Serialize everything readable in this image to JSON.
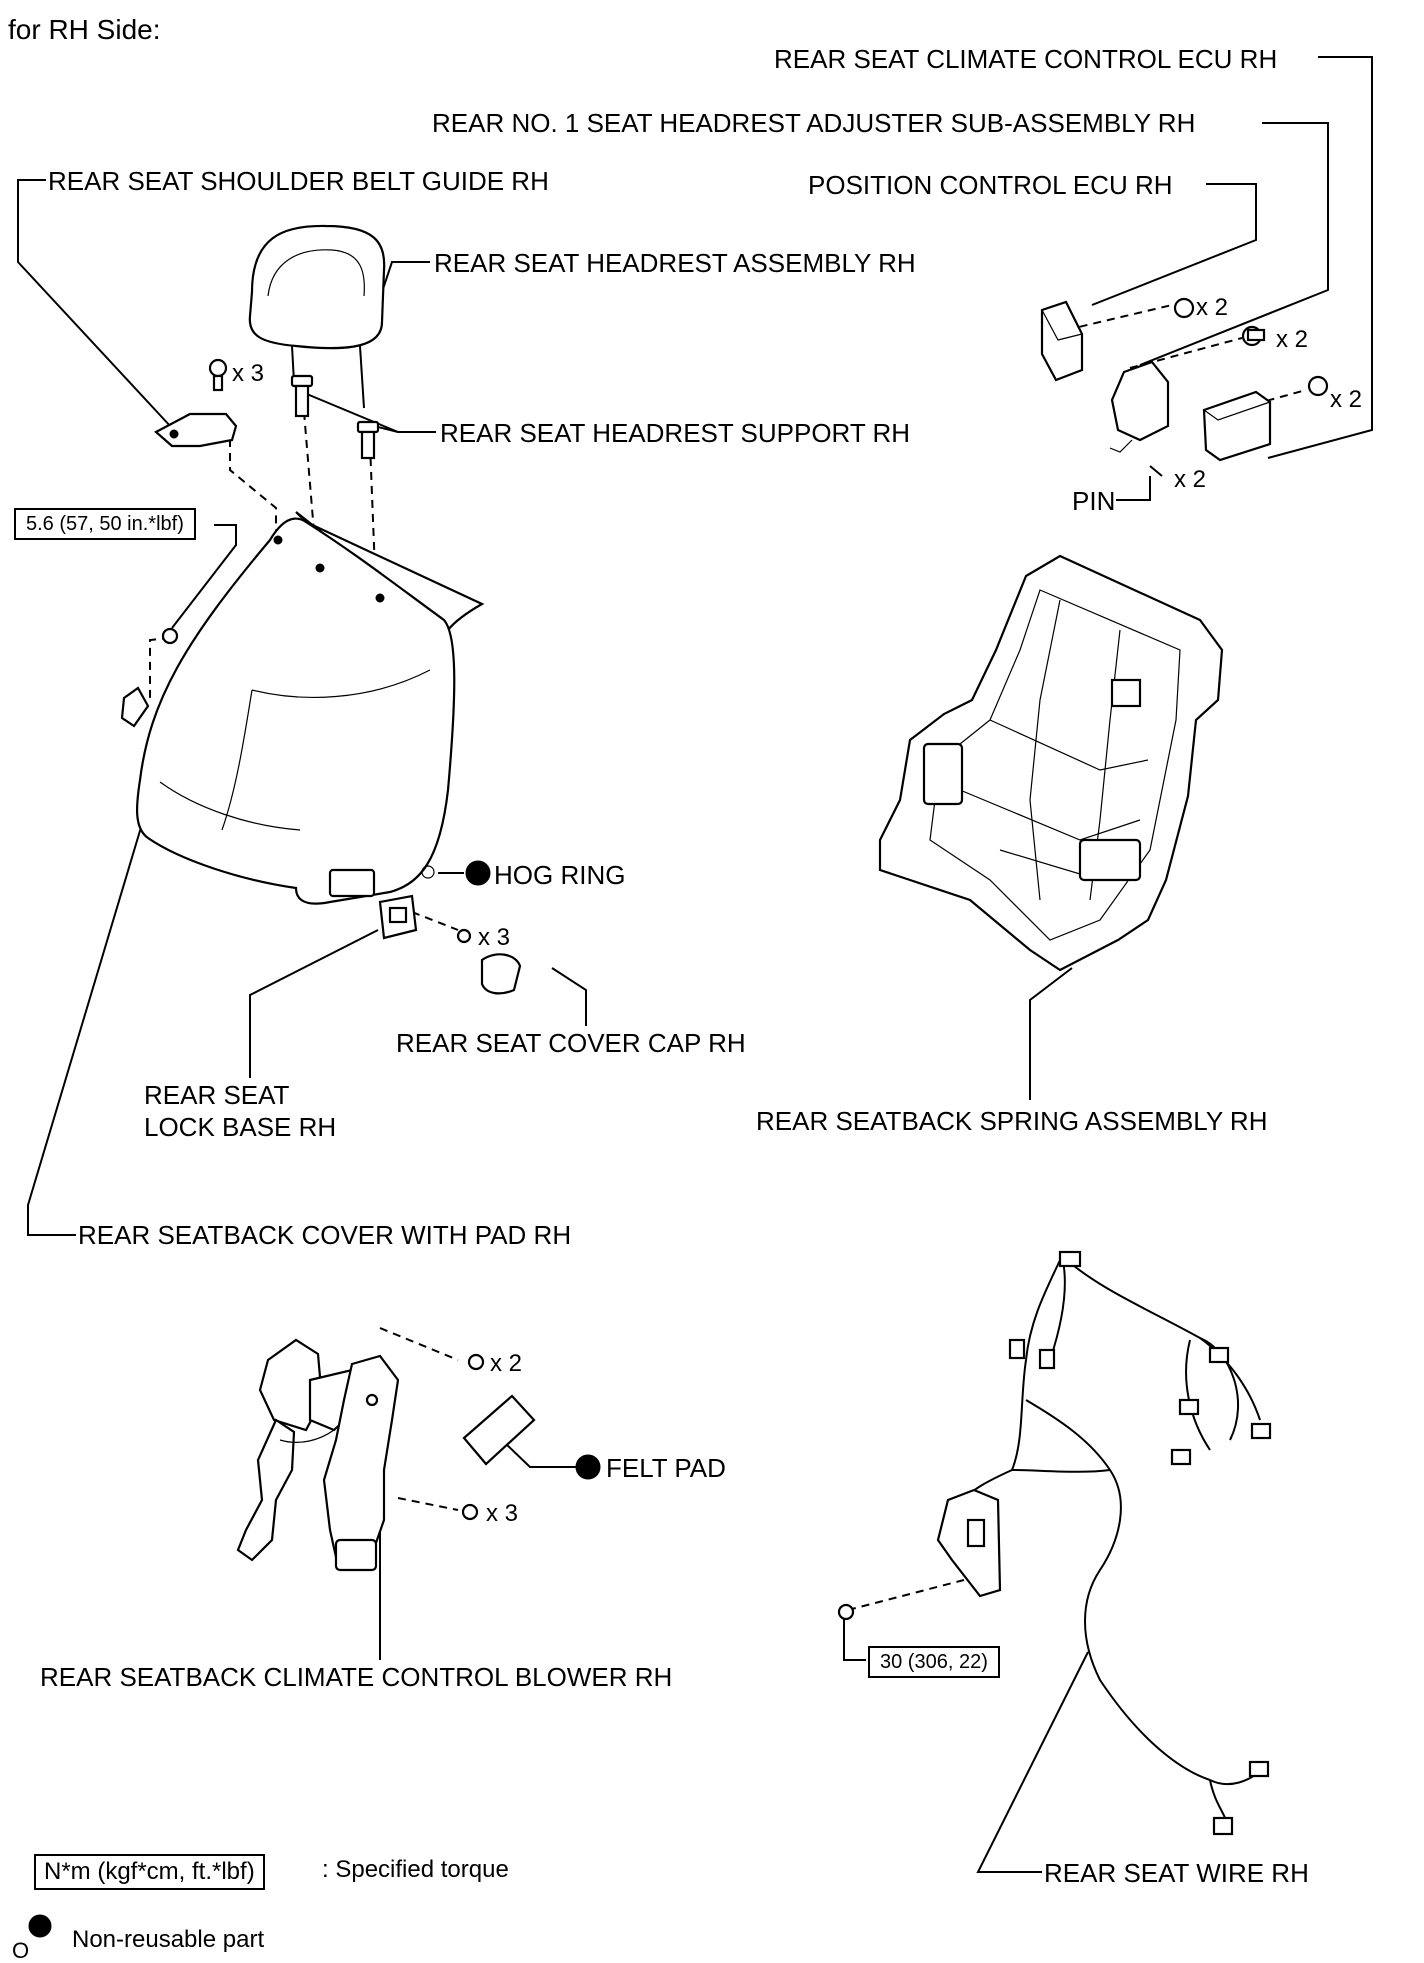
{
  "header": "for RH Side:",
  "labels": {
    "climate_ecu": "REAR SEAT CLIMATE CONTROL ECU RH",
    "headrest_adjuster": "REAR NO. 1 SEAT HEADREST ADJUSTER SUB-ASSEMBLY RH",
    "shoulder_belt_guide": "REAR SEAT SHOULDER BELT GUIDE RH",
    "position_ecu": "POSITION CONTROL ECU RH",
    "headrest_assembly": "REAR SEAT HEADREST ASSEMBLY RH",
    "headrest_support": "REAR SEAT HEADREST SUPPORT RH",
    "pin": "PIN",
    "hog_ring": "HOG RING",
    "cover_cap": "REAR SEAT COVER CAP RH",
    "lock_base_line1": "REAR SEAT",
    "lock_base_line2": "LOCK BASE RH",
    "spring_assembly": "REAR SEATBACK SPRING ASSEMBLY RH",
    "cover_with_pad": "REAR SEATBACK COVER WITH PAD RH",
    "felt_pad": "FELT PAD",
    "blower": "REAR SEATBACK CLIMATE CONTROL BLOWER RH",
    "seat_wire": "REAR SEAT WIRE RH"
  },
  "quantities": {
    "belt_guide_bolt": "x 3",
    "position_ecu_nut": "x 2",
    "adjuster_bolt": "x 2",
    "climate_ecu_nut": "x 2",
    "pin": "x 2",
    "lock_base_screw": "x 3",
    "blower_screw": "x 2",
    "blower_nut": "x 3"
  },
  "torques": {
    "seatback_nut": "5.6 (57, 50 in.*lbf)",
    "wire_bolt": "30 (306, 22)"
  },
  "legend": {
    "torque_box": "N*m (kgf*cm, ft.*lbf)",
    "torque_text": ": Specified torque",
    "nonreusable_text": "Non-reusable part",
    "footer_mark": "O"
  }
}
